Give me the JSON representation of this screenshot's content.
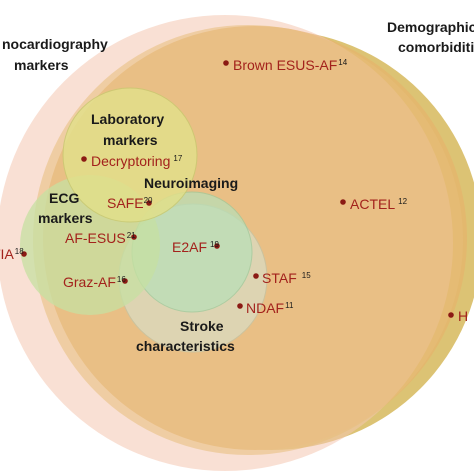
{
  "diagram": {
    "categories": {
      "echo_line1": "nocardiography",
      "echo_line2": "markers",
      "demographics_line1": "Demographic",
      "demographics_line2": "comorbiditi",
      "laboratory_line1": "Laboratory",
      "laboratory_line2": "markers",
      "neuroimaging": "Neuroimaging",
      "ecg_line1": "ECG",
      "ecg_line2": "markers",
      "stroke_line1": "Stroke",
      "stroke_line2": "characteristics"
    },
    "scores": [
      {
        "name": "Brown ESUS-AF",
        "ref": "14"
      },
      {
        "name": "Decryptoring",
        "ref": "17"
      },
      {
        "name": "SAFE",
        "ref": "20"
      },
      {
        "name": "ACTEL",
        "ref": "12"
      },
      {
        "name": "AF-ESUS",
        "ref": "21"
      },
      {
        "name": "TIA",
        "ref": "18"
      },
      {
        "name": "E2AF",
        "ref": "19"
      },
      {
        "name": "STAF",
        "ref": "15"
      },
      {
        "name": "Graz-AF",
        "ref": "16"
      },
      {
        "name": "NDAF",
        "ref": "11"
      },
      {
        "name": "H",
        "ref": ""
      }
    ],
    "colors": {
      "demographics": "#e3b86e",
      "echo": "#f4c6b0",
      "laboratory": "#dedd86",
      "ecg": "#c2dea0",
      "neuroimaging": "#b8e0b8",
      "stroke": "#dbd8b2",
      "score_text": "#a3221c",
      "dot": "#8b1a14"
    }
  }
}
